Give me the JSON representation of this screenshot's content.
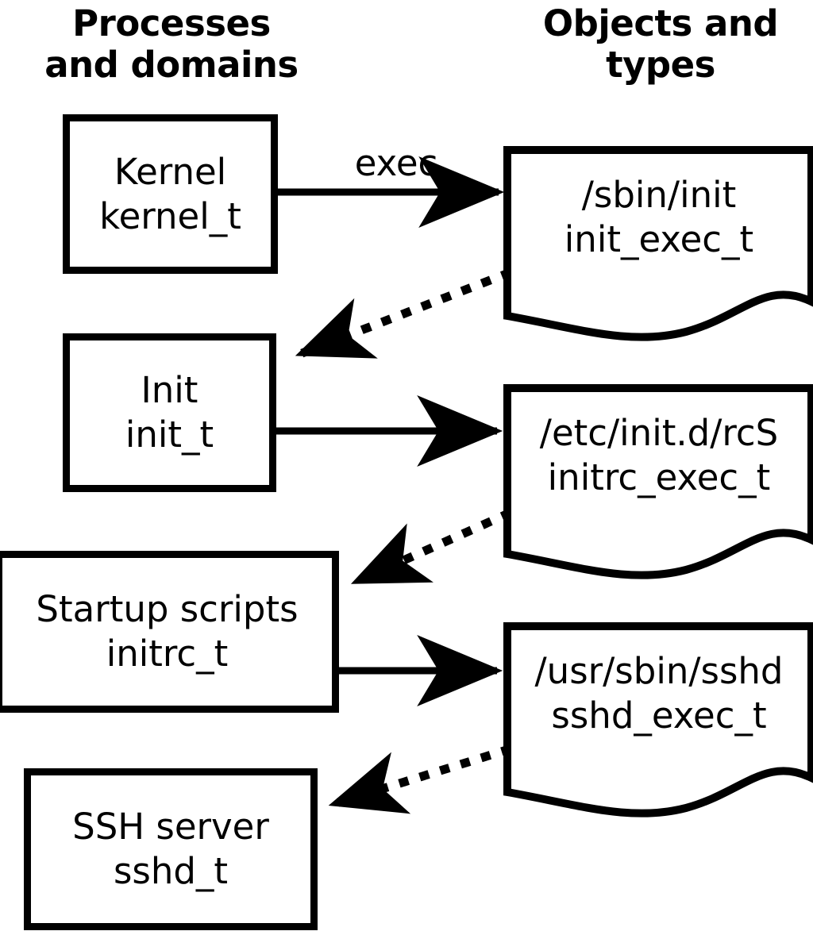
{
  "columns": {
    "left_header": "Processes\nand domains",
    "right_header": "Objects and\ntypes"
  },
  "colors": {
    "stroke": "#000000",
    "fill": "#ffffff",
    "text": "#000000"
  },
  "processes": [
    {
      "id": "kernel",
      "title": "Kernel",
      "type": "kernel_t"
    },
    {
      "id": "init",
      "title": "Init",
      "type": "init_t"
    },
    {
      "id": "initrc",
      "title": "Startup scripts",
      "type": "initrc_t"
    },
    {
      "id": "sshd",
      "title": "SSH server",
      "type": "sshd_t"
    }
  ],
  "objects": [
    {
      "id": "init-exec",
      "path": "/sbin/init",
      "type": "init_exec_t"
    },
    {
      "id": "initrc-exec",
      "path": "/etc/init.d/rcS",
      "type": "initrc_exec_t"
    },
    {
      "id": "sshd-exec",
      "path": "/usr/sbin/sshd",
      "type": "sshd_exec_t"
    }
  ],
  "edges": [
    {
      "id": "kernel-exec-init",
      "label": "exec",
      "style": "solid",
      "from": "kernel",
      "to": "init-exec"
    },
    {
      "id": "init-exec-transition",
      "label": "",
      "style": "dotted",
      "from": "init-exec",
      "to": "init"
    },
    {
      "id": "init-exec-rcs",
      "label": "",
      "style": "solid",
      "from": "init",
      "to": "initrc-exec"
    },
    {
      "id": "rcs-transition",
      "label": "",
      "style": "dotted",
      "from": "initrc-exec",
      "to": "initrc"
    },
    {
      "id": "initrc-exec-sshd",
      "label": "",
      "style": "solid",
      "from": "initrc",
      "to": "sshd-exec"
    },
    {
      "id": "sshd-transition",
      "label": "",
      "style": "dotted",
      "from": "sshd-exec",
      "to": "sshd"
    }
  ]
}
